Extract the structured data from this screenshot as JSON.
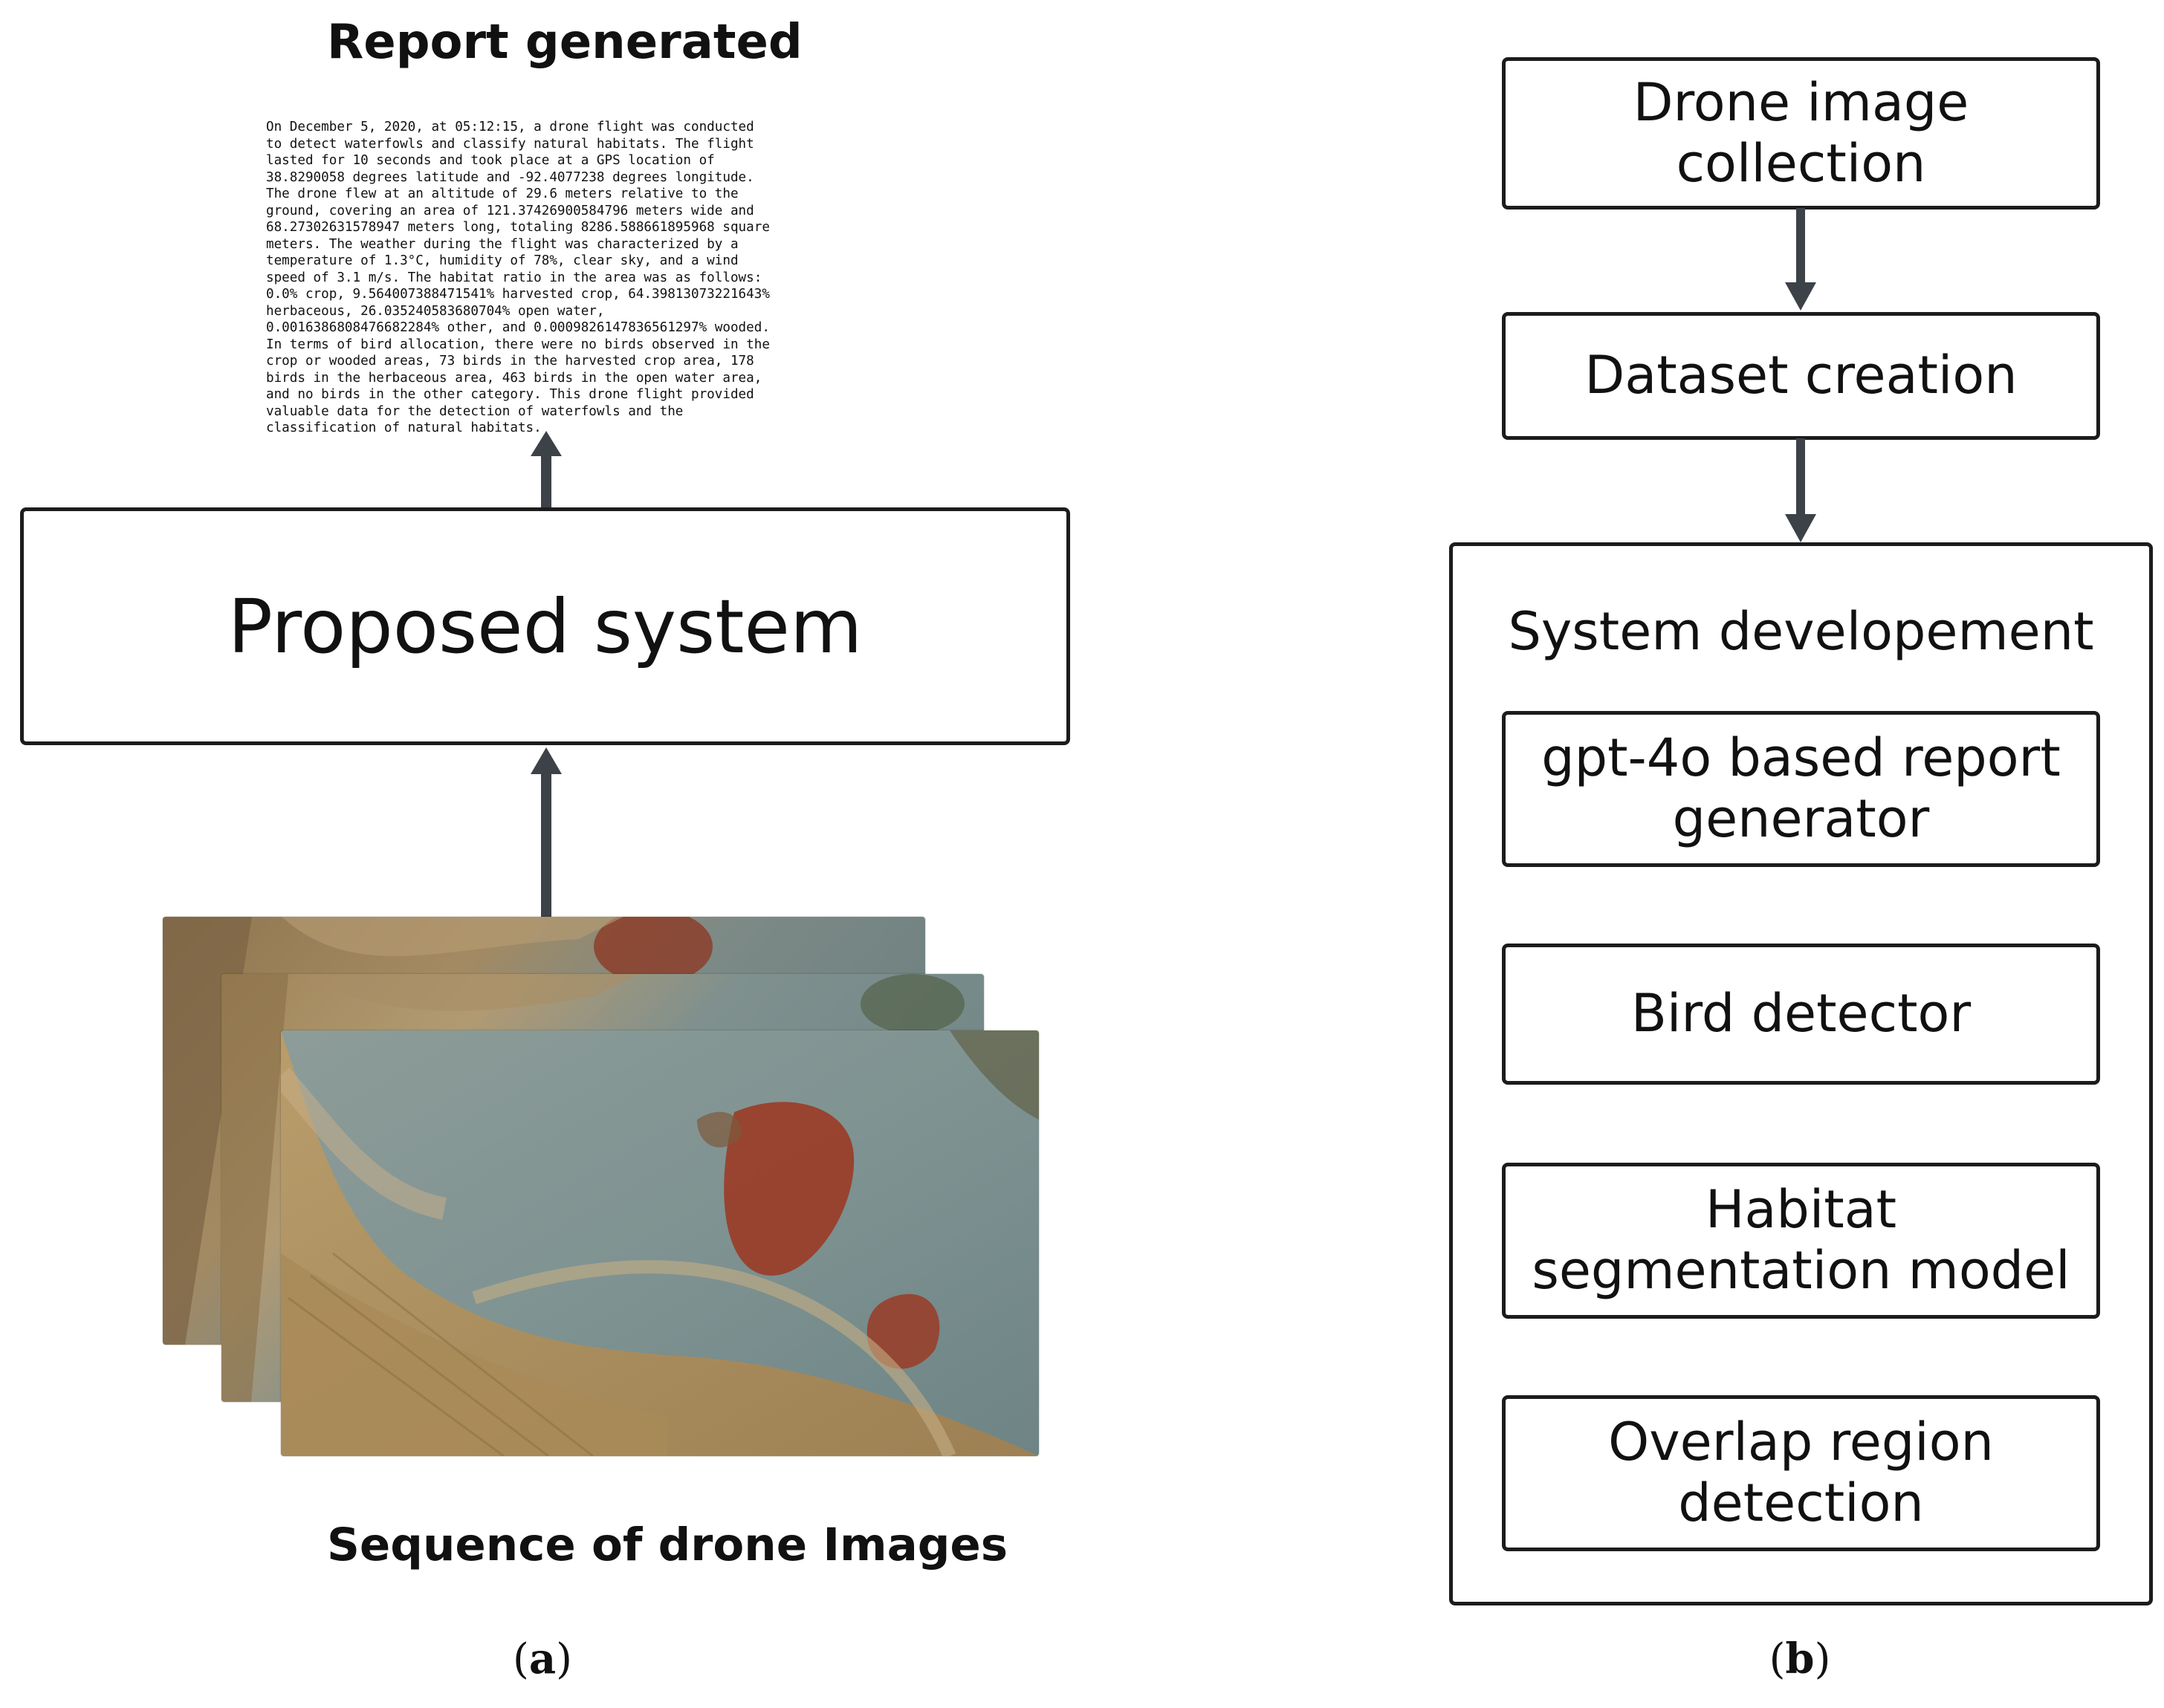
{
  "panel_a": {
    "report_title": "Report generated",
    "report_lines": [
      "On December 5, 2020, at 05:12:15, a drone flight was conducted",
      "to detect waterfowls and classify natural habitats. The flight",
      "lasted for 10 seconds and took place at a GPS location of",
      "38.8290058 degrees latitude and -92.4077238 degrees longitude.",
      "The drone flew at an altitude of 29.6 meters relative to the",
      "ground, covering an area of 121.37426900584796 meters wide and",
      "68.27302631578947 meters long, totaling 8286.588661895968 square",
      "meters. The weather during the flight was characterized by a",
      "temperature of 1.3°C, humidity of 78%, clear sky, and a wind",
      "speed of 3.1 m/s. The habitat ratio in the area was as follows:",
      "0.0% crop, 9.564007388471541% harvested crop, 64.39813073221643%",
      "herbaceous, 26.035240583680704% open water,",
      "0.0016386808476682284% other, and 0.0009826147836561297% wooded.",
      "In terms of bird allocation, there were no birds observed in the",
      "crop or wooded areas, 73 birds in the harvested crop area, 178",
      "birds in the herbaceous area, 463 birds in the open water area,",
      "and no birds in the other category. This drone flight provided",
      "valuable data for the detection of waterfowls and the",
      "classification of natural habitats."
    ],
    "system_label": "Proposed system",
    "images_label": "Sequence of drone Images",
    "caption_letter": "a"
  },
  "panel_b": {
    "steps": [
      {
        "label_lines": [
          "Drone image",
          "collection"
        ]
      },
      {
        "label_lines": [
          "Dataset creation"
        ]
      }
    ],
    "group_title": "System developement",
    "modules": [
      {
        "label_lines": [
          "gpt-4o based report",
          "generator"
        ]
      },
      {
        "label_lines": [
          "Bird detector"
        ]
      },
      {
        "label_lines": [
          "Habitat",
          "segmentation model"
        ]
      },
      {
        "label_lines": [
          "Overlap region",
          "detection"
        ]
      }
    ],
    "caption_letter": "b"
  },
  "colors": {
    "arrow": "#3d4148",
    "border": "#1c1c1c"
  }
}
